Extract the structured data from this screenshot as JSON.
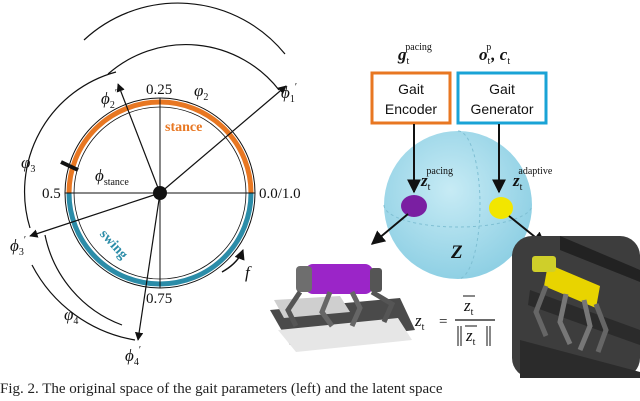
{
  "left": {
    "ticks": {
      "top": "0.25",
      "left": "0.5",
      "right": "0.0/1.0",
      "bottom": "0.75"
    },
    "phases": {
      "stance": "stance",
      "swing": "swing"
    },
    "phi_stance_base": "ϕ",
    "phi_stance_sub": "stance",
    "phi": "φ",
    "phi1_sub": "1",
    "phi2_sub": "2",
    "phi3_sub": "3",
    "phi4_sub": "4",
    "phi_prime": "ϕ",
    "prime_mark": "′",
    "freq_label": "f"
  },
  "right": {
    "g_label": "g",
    "g_sub": "t",
    "g_sup": "pacing",
    "o_label": "o",
    "o_sub": "t",
    "o_sup": "p",
    "c_label": ", c",
    "c_sub": "t",
    "box1_line1": "Gait",
    "box1_line2": "Encoder",
    "box2_line1": "Gait",
    "box2_line2": "Generator",
    "z_label": "z",
    "z_sub": "t",
    "z_pacing_sup": "pacing",
    "z_adaptive_sup": "adaptive",
    "Z_label": "Z",
    "formula_lhs": "z",
    "formula_sub": "t",
    "formula_eq": "=",
    "colors": {
      "encoder_box": "#e87722",
      "generator_box": "#1aa3d6",
      "sphere": "#a9dcec",
      "pacing_dot": "#7a1fa2",
      "adaptive_dot": "#f2e600"
    }
  },
  "caption": "Fig. 2.   The original space of the gait parameters (left) and the latent space"
}
